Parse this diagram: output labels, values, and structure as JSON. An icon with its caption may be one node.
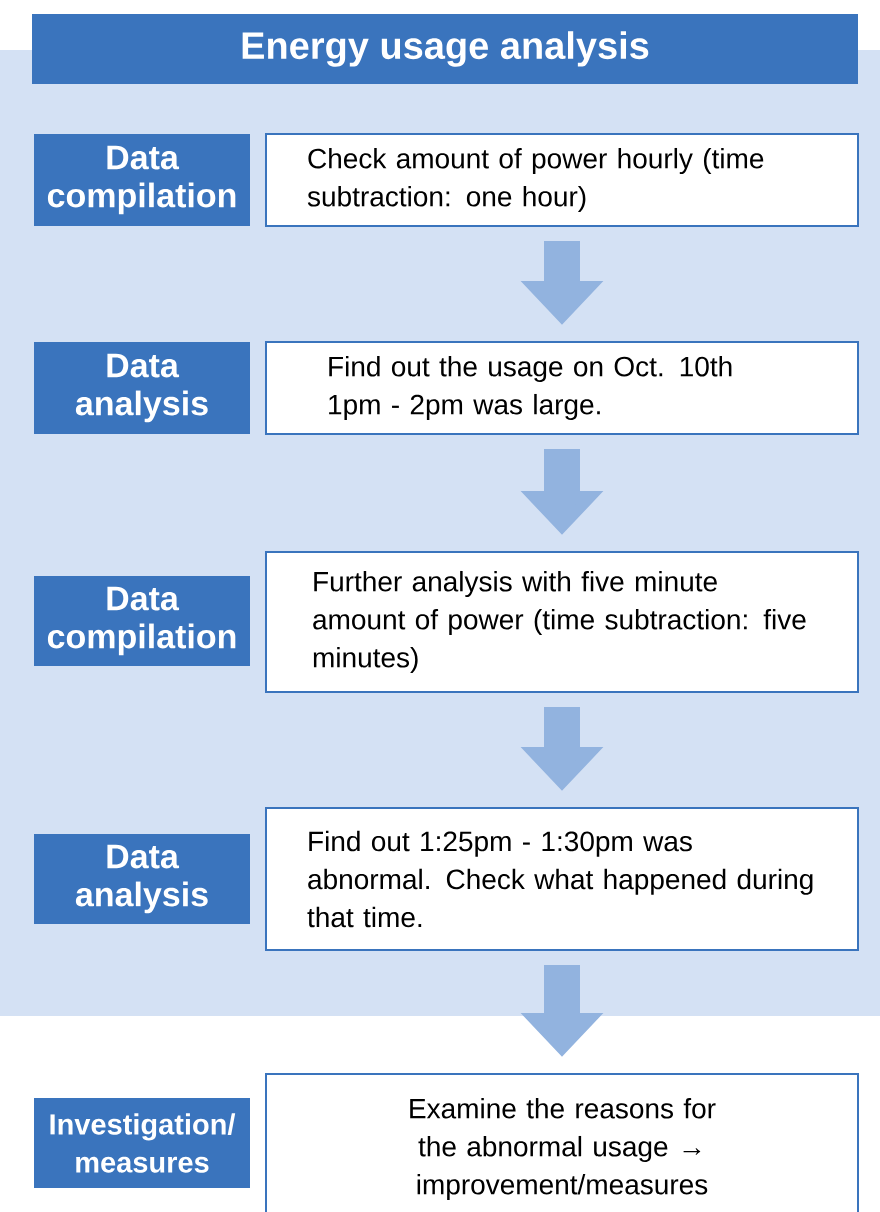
{
  "diagram": {
    "title": "Energy usage analysis",
    "nodes": [
      {
        "text": [
          "Data compilation"
        ]
      },
      {
        "text": [
          "Check amount of power hourly (time subtraction: one hour)"
        ]
      },
      {
        "text": [
          "Data analysis"
        ]
      },
      {
        "text": [
          "Find out the usage on Oct. 10th 1pm - 2pm was large."
        ]
      },
      {
        "text": [
          "Data compilation"
        ]
      },
      {
        "text": [
          "Further analysis with five minute amount of power (time subtraction: five minutes)"
        ]
      },
      {
        "text": [
          "Data analysis"
        ]
      },
      {
        "text": [
          "Find out 1:25pm - 1:30pm was abnormal. Check what happened during that time."
        ]
      },
      {
        "text": [
          "Investigation/ measures"
        ]
      },
      {
        "text": [
          "Examine the reasons for the abnormal usage → improvement/measures"
        ]
      }
    ],
    "edges": [
      {
        "from": 1,
        "to": 3,
        "arrow": "to"
      },
      {
        "from": 3,
        "to": 5,
        "arrow": "to"
      },
      {
        "from": 5,
        "to": 7,
        "arrow": "to"
      },
      {
        "from": 7,
        "to": 9,
        "arrow": "to"
      }
    ]
  }
}
